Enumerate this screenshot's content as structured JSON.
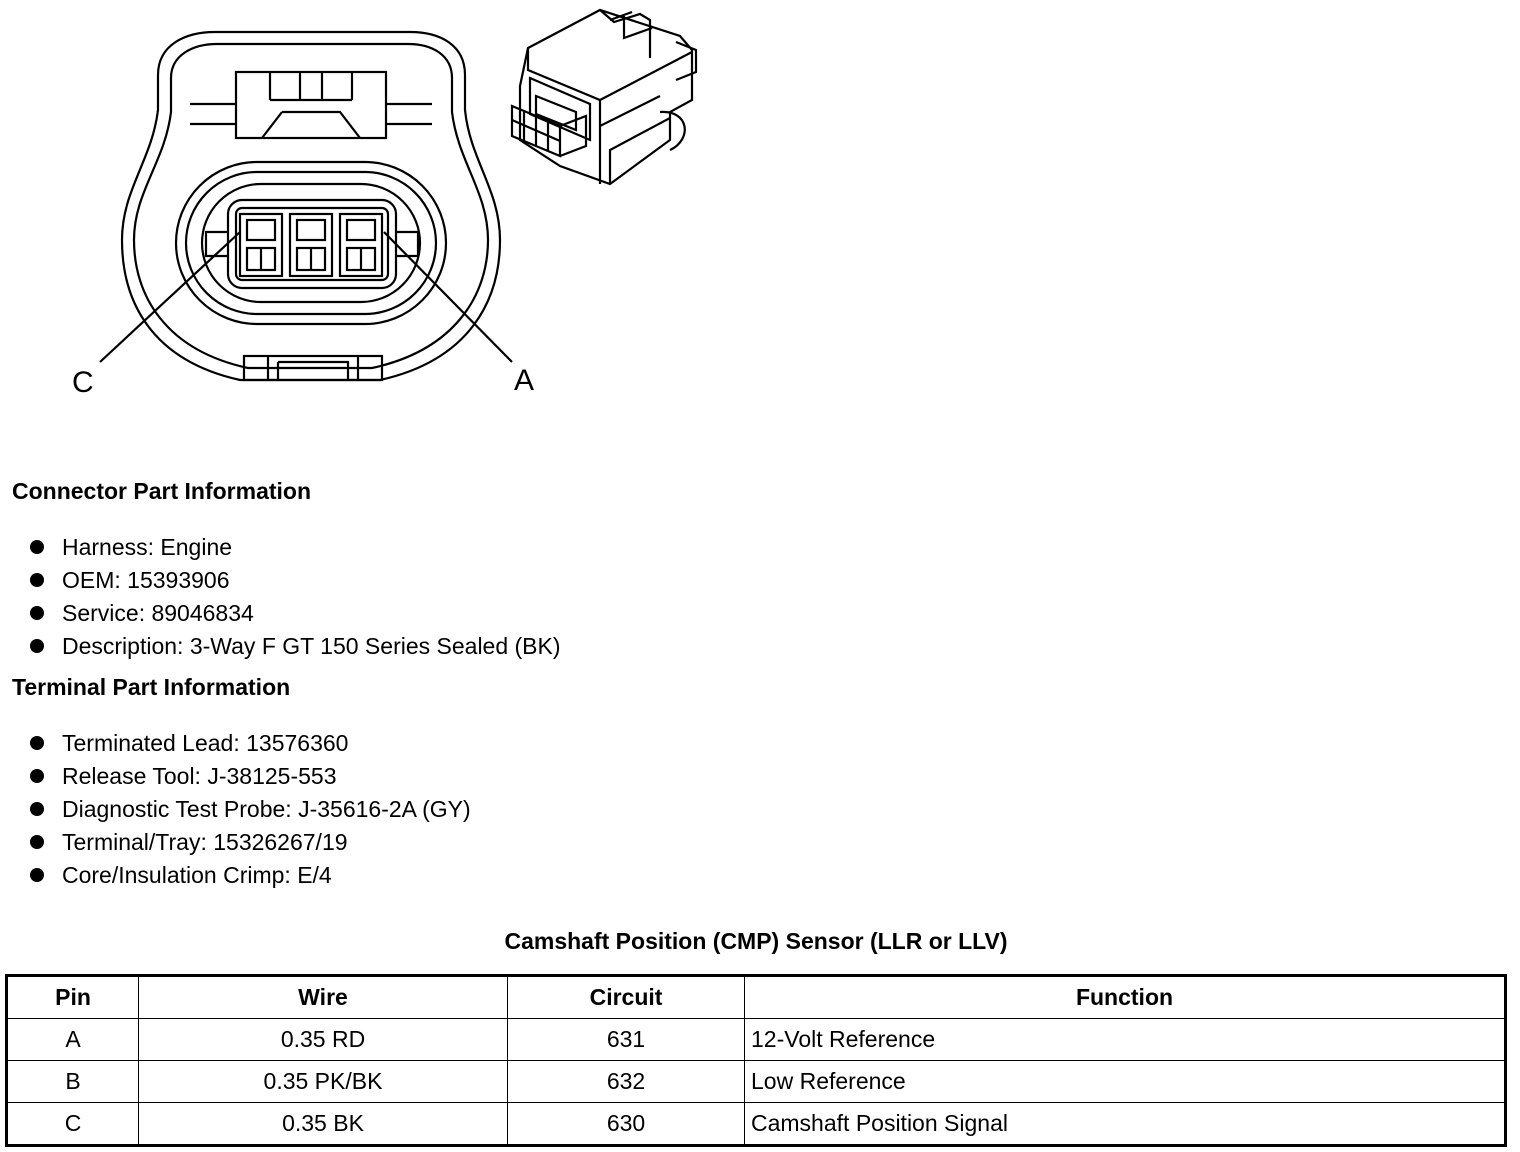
{
  "diagram": {
    "pin_label_left": "C",
    "pin_label_right": "A"
  },
  "connector_info": {
    "title": "Connector Part Information",
    "items": [
      "Harness: Engine",
      "OEM: 15393906",
      "Service: 89046834",
      "Description: 3-Way F GT 150 Series Sealed (BK)"
    ]
  },
  "terminal_info": {
    "title": "Terminal Part Information",
    "items": [
      "Terminated Lead: 13576360",
      "Release Tool: J-38125-553",
      "Diagnostic Test Probe: J-35616-2A (GY)",
      "Terminal/Tray: 15326267/19",
      "Core/Insulation Crimp: E/4"
    ]
  },
  "pinout_table": {
    "title": "Camshaft Position (CMP) Sensor (LLR or LLV)",
    "headers": [
      "Pin",
      "Wire",
      "Circuit",
      "Function"
    ],
    "rows": [
      [
        "A",
        "0.35 RD",
        "631",
        "12-Volt Reference"
      ],
      [
        "B",
        "0.35 PK/BK",
        "632",
        "Low Reference"
      ],
      [
        "C",
        "0.35 BK",
        "630",
        "Camshaft Position Signal"
      ]
    ]
  }
}
